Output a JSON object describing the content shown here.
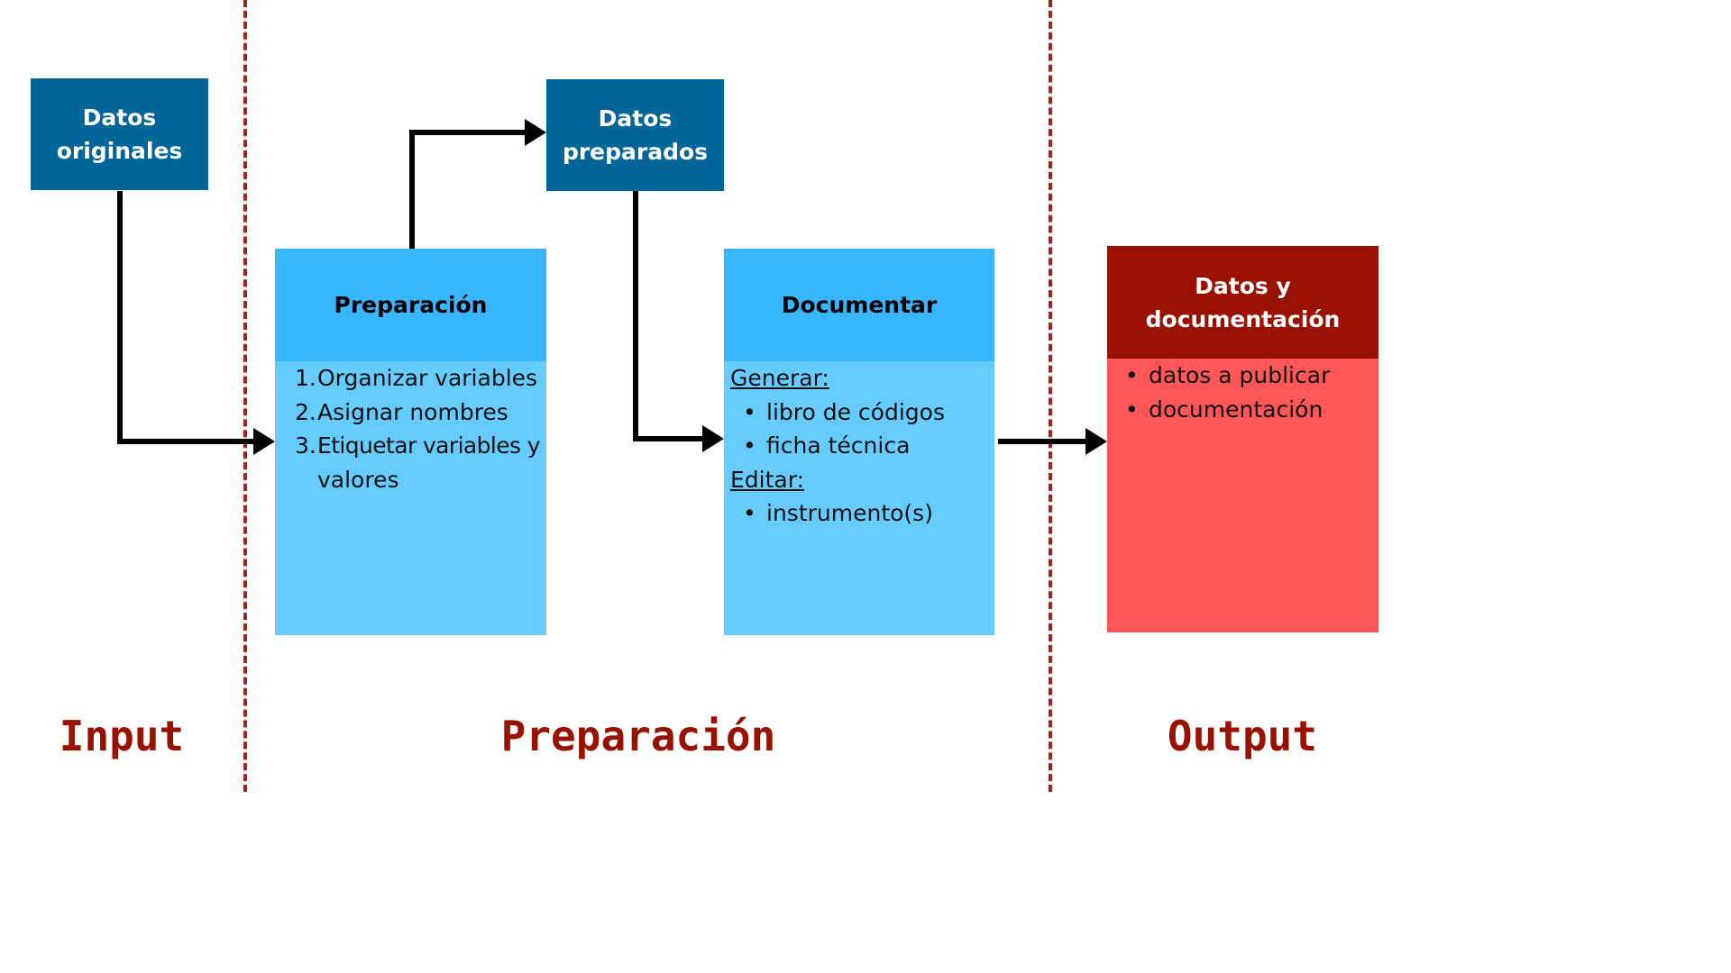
{
  "zones": {
    "input": "Input",
    "preparation": "Preparación",
    "output": "Output"
  },
  "nodes": {
    "raw_data": {
      "line1": "Datos",
      "line2": "originales"
    },
    "prepared_data": {
      "line1": "Datos",
      "line2": "preparados"
    },
    "preparation": {
      "title": "Preparación",
      "steps": [
        "1.",
        "Organizar variables",
        "2.",
        "Asignar nombres",
        "3.",
        "Etiquetar variables y",
        "valores"
      ]
    },
    "document": {
      "title": "Documentar",
      "generate_label": "Generar:",
      "generate_items": [
        "libro de códigos",
        "ficha técnica"
      ],
      "edit_label": "Editar:",
      "edit_items": [
        "instrumento(s)"
      ]
    },
    "output": {
      "line1": "Datos y",
      "line2": "documentación",
      "items": [
        "datos a publicar",
        "documentación"
      ]
    }
  },
  "colors": {
    "dark_blue": "#006699",
    "header_blue": "#38b6ff",
    "light_blue": "#66ccff",
    "dark_red": "#991100",
    "red": "#ff5757"
  }
}
